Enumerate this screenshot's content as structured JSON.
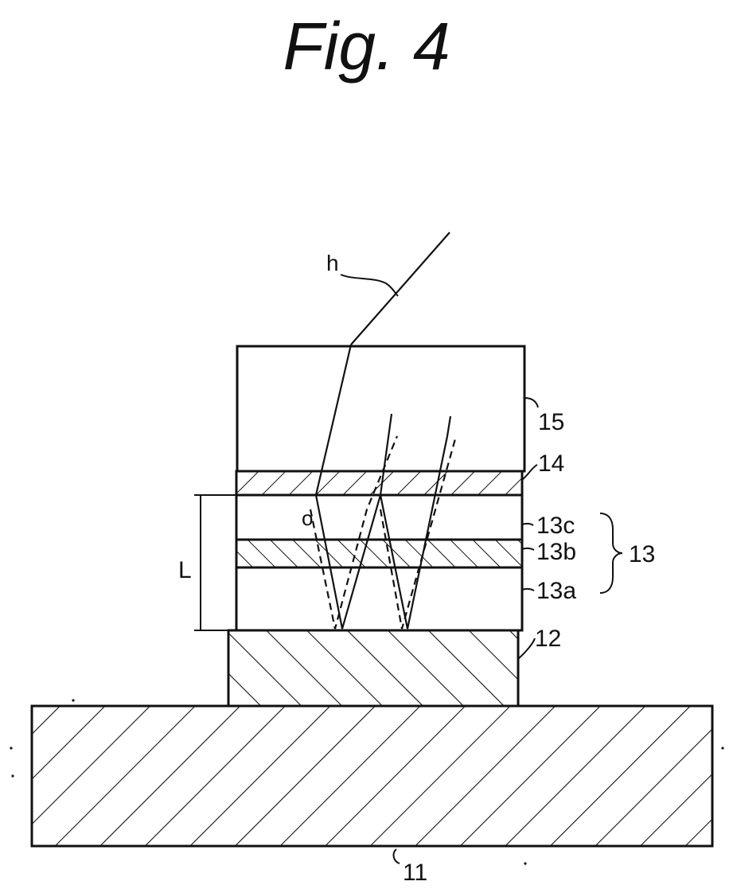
{
  "figure": {
    "title": "Fig. 4"
  },
  "labels": {
    "h": "h",
    "l15": "15",
    "l14": "14",
    "l13c": "13c",
    "l13b": "13b",
    "l13a": "13a",
    "l13": "13",
    "l12": "12",
    "l11": "11",
    "L": "L",
    "o": "o"
  },
  "colors": {
    "ink": "#111111",
    "paper": "#ffffff"
  }
}
